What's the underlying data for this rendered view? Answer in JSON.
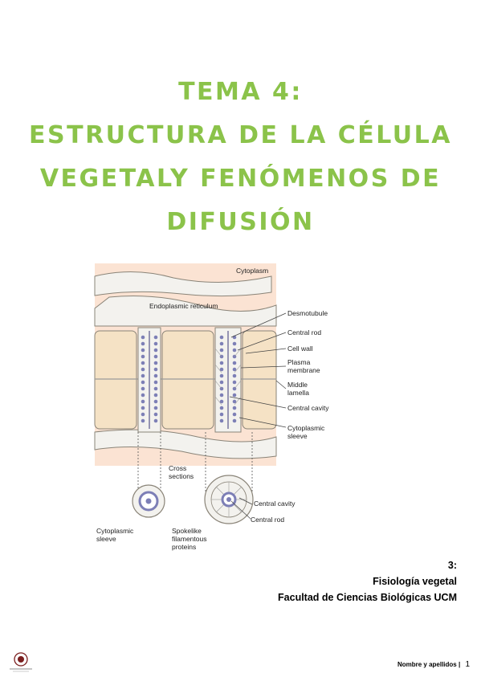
{
  "title": {
    "line1": "TEMA 4:",
    "line2": "ESTRUCTURA DE LA CÉLULA",
    "line3": "VEGETALY FENÓMENOS DE",
    "line4": "DIFUSIÓN"
  },
  "figure": {
    "labels": {
      "cytoplasm": "Cytoplasm",
      "endoplasmic_reticulum": "Endoplasmic reticulum",
      "desmotubule": "Desmotubule",
      "central_rod": "Central rod",
      "cell_wall": "Cell wall",
      "plasma_1": "Plasma",
      "plasma_2": "membrane",
      "middle_1": "Middle",
      "middle_2": "lamella",
      "central_cavity": "Central cavity",
      "cyto_sleeve_1": "Cytoplasmic",
      "cyto_sleeve_2": "sleeve",
      "cross_1": "Cross",
      "cross_2": "sections",
      "cs_central_cavity": "Central cavity",
      "cs_central_rod": "Central rod",
      "cs_sleeve_1": "Cytoplasmic",
      "cs_sleeve_2": "sleeve",
      "spokelike_1": "Spokelike",
      "spokelike_2": "filamentous",
      "spokelike_3": "proteins"
    },
    "colors": {
      "cytoplasm_fill": "#fbe3d3",
      "wall_fill": "#f5e2c5",
      "membrane_fill": "#f3f2ee",
      "outline": "#8a8478",
      "particle": "#7d7fb6"
    }
  },
  "subject": {
    "course": "3:",
    "name": "Fisiología vegetal",
    "faculty": "Facultad de Ciencias Biológicas UCM"
  },
  "footer": {
    "name_label": "Nombre y apellidos",
    "page_number": "1"
  },
  "accent_color": "#8bc34a"
}
